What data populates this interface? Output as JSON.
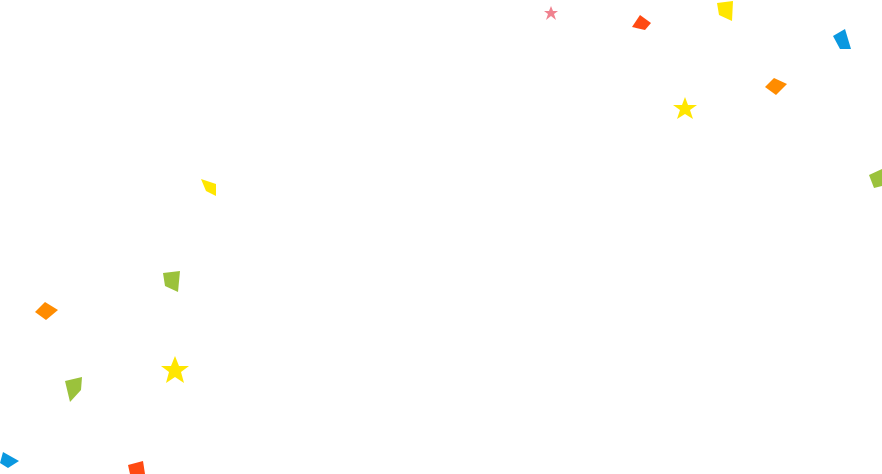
{
  "overlay": {
    "name": "confetti-overlay"
  },
  "colors": {
    "red": "#ff4a12",
    "yellow": "#ffe600",
    "blue": "#0a98e0",
    "orange": "#ff8c00",
    "green": "#9bc23c",
    "pink": "#f0828f",
    "background": "#ffffff"
  },
  "pieces": [
    {
      "icon": "star-confetti-icon",
      "color": "pink"
    },
    {
      "icon": "quad-confetti-icon",
      "color": "red"
    },
    {
      "icon": "quad-confetti-icon",
      "color": "yellow"
    },
    {
      "icon": "quad-confetti-icon",
      "color": "blue"
    },
    {
      "icon": "diamond-confetti-icon",
      "color": "orange"
    },
    {
      "icon": "star-confetti-icon",
      "color": "yellow"
    },
    {
      "icon": "quad-confetti-icon",
      "color": "green"
    },
    {
      "icon": "quad-confetti-icon",
      "color": "yellow"
    },
    {
      "icon": "quad-confetti-icon",
      "color": "green"
    },
    {
      "icon": "diamond-confetti-icon",
      "color": "orange"
    },
    {
      "icon": "star-confetti-icon",
      "color": "yellow"
    },
    {
      "icon": "quad-confetti-icon",
      "color": "green"
    },
    {
      "icon": "quad-confetti-icon",
      "color": "blue"
    },
    {
      "icon": "quad-confetti-icon",
      "color": "red"
    }
  ]
}
